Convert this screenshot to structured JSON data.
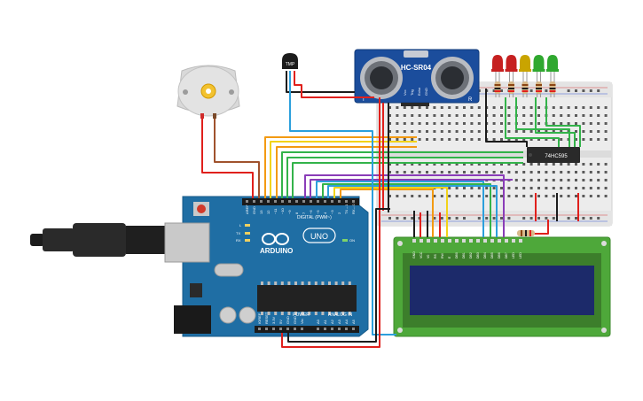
{
  "components": {
    "sensor": {
      "model": "HC-SR04",
      "pin_labels": [
        "Vcc",
        "Trig",
        "Echo",
        "GND"
      ],
      "side_t": "T",
      "side_r": "R"
    },
    "thermistor": {
      "label": "TMP"
    },
    "shift_register": {
      "label": "74HC595"
    },
    "arduino": {
      "brand": "ARDUINO",
      "model": "UNO",
      "digital_header": "DIGITAL (PWM~)",
      "power_header": "POWER",
      "analog_header": "ANALOG IN",
      "top_pins": [
        "AREF",
        "GND",
        "13",
        "12",
        "~11",
        "~10",
        "~9",
        "8",
        "7",
        "~6",
        "~5",
        "4",
        "~3",
        "2",
        "TX→1",
        "RX←0"
      ],
      "power_pins": [
        "IOREF",
        "RESET",
        "3.3V",
        "5V",
        "GND",
        "GND",
        "Vin"
      ],
      "analog_pins": [
        "A0",
        "A1",
        "A2",
        "A3",
        "A4",
        "A5"
      ],
      "led_labels": [
        "L",
        "TX",
        "RX",
        "ON"
      ]
    },
    "lcd": {
      "pins": [
        "GND",
        "VCC",
        "V0",
        "RS",
        "RW",
        "E",
        "DB0",
        "DB1",
        "DB2",
        "DB3",
        "DB4",
        "DB5",
        "DB6",
        "DB7",
        "LED",
        "LED"
      ]
    },
    "led_colors": [
      "#c62020",
      "#c62020",
      "#c9a400",
      "#2fa82f",
      "#2fa82f"
    ]
  },
  "colors": {
    "red": "#e0201c",
    "black": "#1c1c1c",
    "orange": "#f39a12",
    "yellow": "#f2d31a",
    "green": "#33b34a",
    "blue": "#2c9fdc",
    "purple": "#8a3db8",
    "brown": "#a0522d",
    "board": "#1f6ea4",
    "breadboard": "#ececec",
    "lcd_frame": "#4ea83a",
    "lcd_screen": "#1c2a6a",
    "sensor_blue": "#1b4d9c"
  }
}
